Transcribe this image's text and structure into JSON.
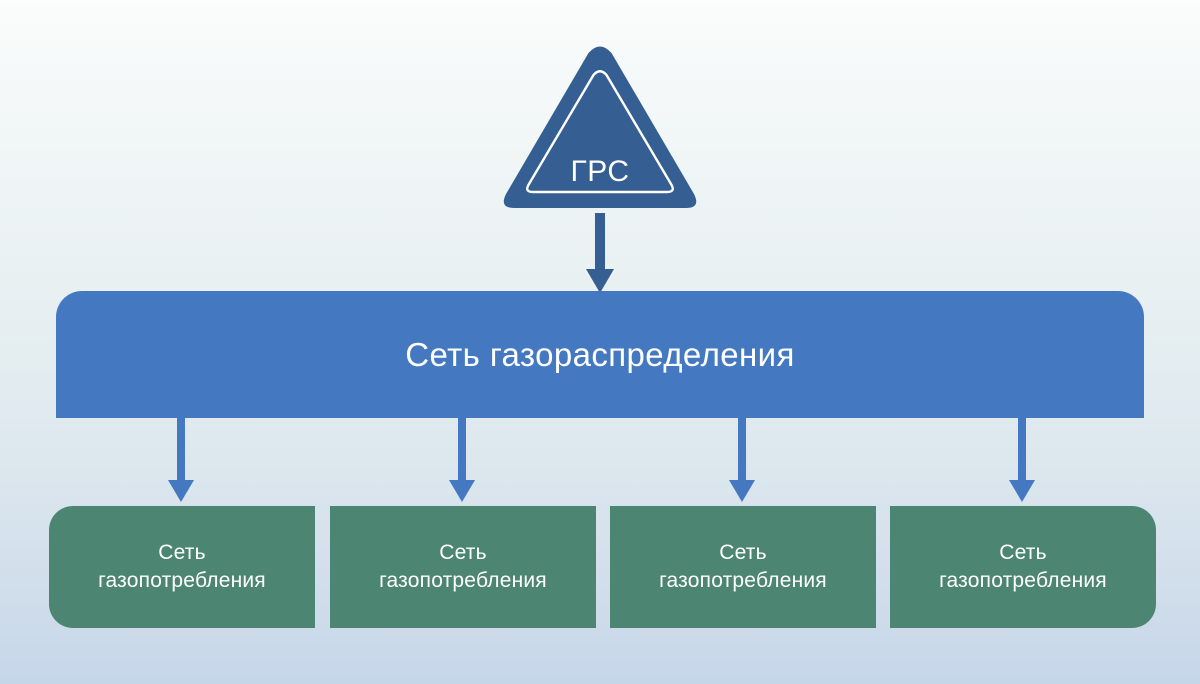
{
  "diagram": {
    "type": "hierarchy-flow",
    "title_text": "",
    "background": {
      "gradient_from": "#fbfcfc",
      "gradient_to": "#c6d6e9",
      "direction": "top-to-bottom"
    },
    "colors": {
      "triangle_fill": "#355e92",
      "triangle_inner_outline": "#ffffff",
      "distribution_bar": "#4479c2",
      "consumption_box": "#4c8572",
      "main_arrow": "#355e92",
      "fan_arrow": "#4479c2",
      "text": "#ffffff"
    },
    "nodes": {
      "source": {
        "label": "ГРС",
        "shape": "triangle"
      },
      "distribution": {
        "label": "Сеть газораспределения",
        "shape": "rounded-bar"
      },
      "consumers": [
        {
          "label_line1": "Сеть",
          "label_line2": "газопотребления"
        },
        {
          "label_line1": "Сеть",
          "label_line2": "газопотребления"
        },
        {
          "label_line1": "Сеть",
          "label_line2": "газопотребления"
        },
        {
          "label_line1": "Сеть",
          "label_line2": "газопотребления"
        }
      ]
    },
    "connectors": {
      "main": {
        "from": "source",
        "to": "distribution",
        "style": "down-arrow"
      },
      "fan": [
        {
          "from": "distribution",
          "to": "consumer-0",
          "style": "down-arrow"
        },
        {
          "from": "distribution",
          "to": "consumer-1",
          "style": "down-arrow"
        },
        {
          "from": "distribution",
          "to": "consumer-2",
          "style": "down-arrow"
        },
        {
          "from": "distribution",
          "to": "consumer-3",
          "style": "down-arrow"
        }
      ]
    }
  }
}
